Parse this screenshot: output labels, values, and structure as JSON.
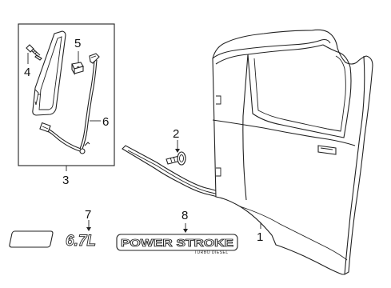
{
  "callouts": {
    "c1": "1",
    "c2": "2",
    "c3": "3",
    "c4": "4",
    "c5": "5",
    "c6": "6",
    "c7": "7",
    "c8": "8"
  },
  "badges": {
    "engine_size": "6.7L",
    "powerstroke_main": "POWER STROKE",
    "powerstroke_sub": "TURBO DIESEL"
  },
  "colors": {
    "line": "#222222",
    "background": "#ffffff"
  }
}
